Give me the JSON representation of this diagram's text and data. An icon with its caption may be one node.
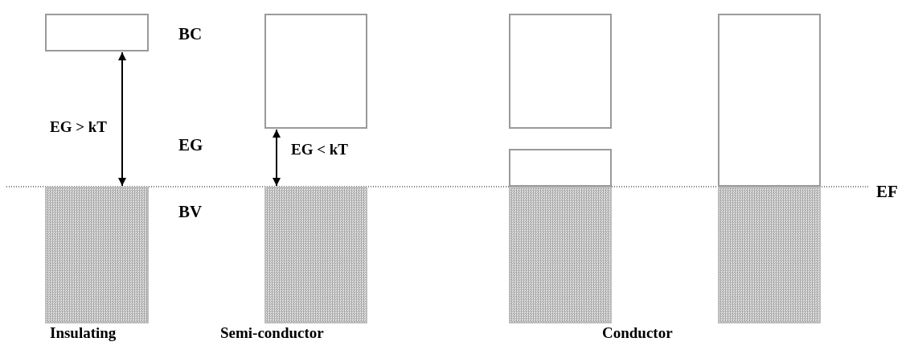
{
  "diagram": {
    "nodes": [
      {
        "text": [],
        "shape": "box"
      },
      {
        "text": [],
        "shape": "box"
      },
      {
        "text": [],
        "shape": "box"
      },
      {
        "text": [],
        "shape": "box"
      },
      {
        "text": [],
        "shape": "box"
      },
      {
        "text": [],
        "shape": "box"
      },
      {
        "text": [],
        "shape": "box"
      },
      {
        "text": [],
        "shape": "box"
      },
      {
        "text": [],
        "shape": "box"
      }
    ],
    "edges": [
      {
        "from": 0,
        "to": 1,
        "arrow": "both",
        "label": "EG > kT"
      },
      {
        "from": 2,
        "to": 3,
        "arrow": "both",
        "label": "EG < kT"
      }
    ],
    "labels": [
      "BC",
      "EG",
      "BV",
      "EF",
      "Insulating",
      "Semi-conductor",
      "Conductor"
    ]
  }
}
